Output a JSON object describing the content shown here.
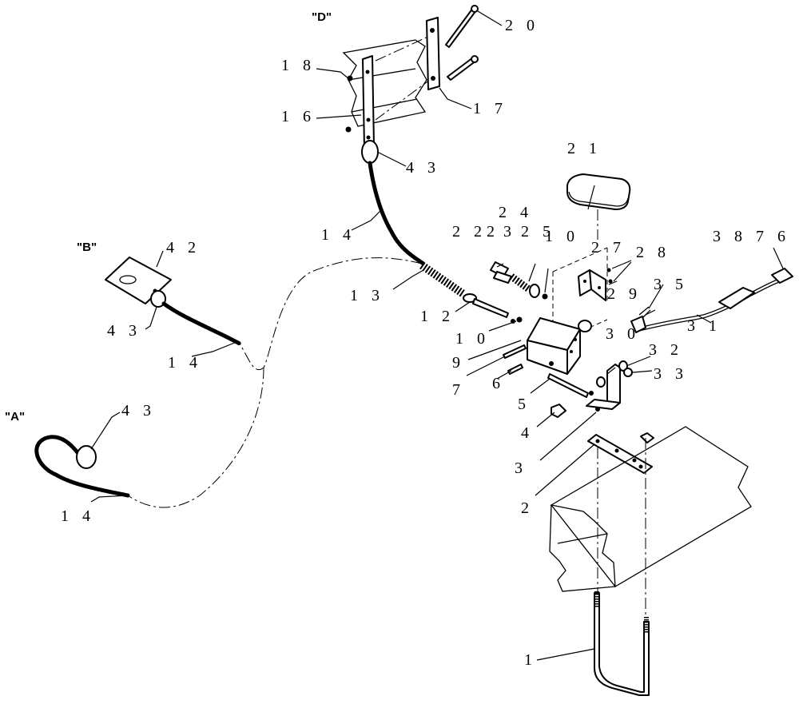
{
  "views": {
    "A": "\"A\"",
    "B": "\"B\"",
    "D": "\"D\""
  },
  "callouts": {
    "c1": "1",
    "c2": "2",
    "c3": "3",
    "c4": "4",
    "c5": "5",
    "c6": "6",
    "c7": "7",
    "c9": "9",
    "c10a": "1 0",
    "c10b": "1 0",
    "c12": "1 2",
    "c13": "1 3",
    "c14_main": "1 4",
    "c14_b": "1 4",
    "c14_a": "1 4",
    "c16": "1 6",
    "c17": "1 7",
    "c18": "1 8",
    "c20": "2 0",
    "c21": "2 1",
    "c22": "2 22",
    "c23": "3",
    "c24": "2 4",
    "c25": "2 5",
    "c27": "2 7",
    "c28": "2 8",
    "c29": "2 9",
    "c30": "3 0",
    "c31": "3 1",
    "c32": "3 2",
    "c33": "3 3",
    "c35": "3 5",
    "c36": "3 8 7 6",
    "c42": "4 2",
    "c43_d": "4 3",
    "c43_b": "4 3",
    "c43_a": "4 3"
  }
}
